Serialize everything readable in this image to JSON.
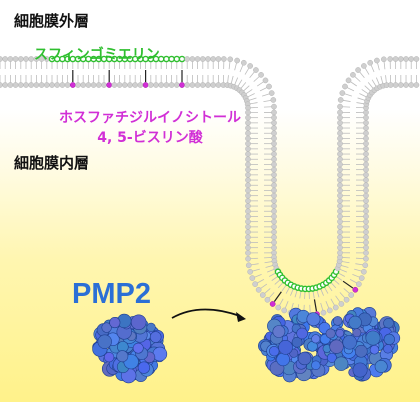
{
  "labels": {
    "outer_leaflet": "細胞膜外層",
    "sphingomyelin": "スフィンゴミエリン",
    "pip2_line1": "ホスファチジルイノシトール",
    "pip2_line2": "4, 5-ビスリン酸",
    "inner_leaflet": "細胞膜内層",
    "protein": "PMP2"
  },
  "colors": {
    "sphingomyelin": "#2fbf2f",
    "pip2": "#d12fd6",
    "protein": "#2b6fd6",
    "lipid_head": "#cfcfcf",
    "cytoplasm": "#fff28a"
  }
}
